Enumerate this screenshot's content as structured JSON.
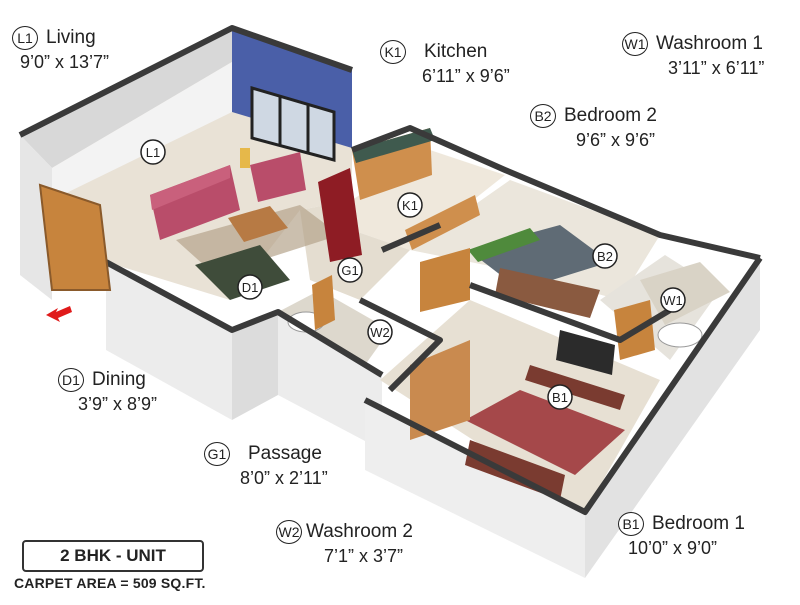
{
  "rooms": [
    {
      "code": "L1",
      "name": "Living",
      "dims": "9’0” x 13’7”"
    },
    {
      "code": "K1",
      "name": "Kitchen",
      "dims": "6’11” x 9’6”"
    },
    {
      "code": "W1",
      "name": "Washroom 1",
      "dims": "3’11” x 6’11”"
    },
    {
      "code": "B2",
      "name": "Bedroom 2",
      "dims": "9’6” x 9’6”"
    },
    {
      "code": "D1",
      "name": "Dining",
      "dims": "3’9” x 8’9”"
    },
    {
      "code": "G1",
      "name": "Passage",
      "dims": "8’0” x 2’11”"
    },
    {
      "code": "W2",
      "name": "Washroom 2",
      "dims": "7’1” x 3’7”"
    },
    {
      "code": "B1",
      "name": "Bedroom 1",
      "dims": "10’0” x 9’0”"
    }
  ],
  "unit_type": "2 BHK - UNIT",
  "carpet_area": "CARPET AREA = 509 SQ.FT.",
  "colors": {
    "wall_top": "#3a3a3a",
    "wall_face": "#f1f1f1",
    "accent_wall": "#4a5fa8",
    "floor_tile": "#e9e2d6",
    "wood": "#c7843d",
    "arrow": "#e01a1a"
  }
}
